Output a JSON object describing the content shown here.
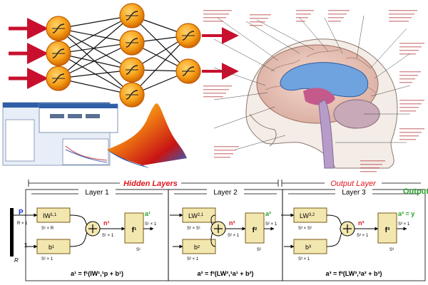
{
  "colors": {
    "neuron_fill": "#f7a21b",
    "neuron_stroke": "#c25a00",
    "arrow": "#c8102e",
    "block_fill": "#f3e7b0",
    "block_stroke": "#7a5a16",
    "hidden_label": "#e0151e",
    "output_label": "#e0151e",
    "output_text": "#2aa12a",
    "net_label": "#e0151e",
    "a_label": "#2aa12a"
  },
  "top": {
    "neuron_symbol": "f",
    "brain_labels_note": ""
  },
  "diagram": {
    "hidden_layers": "Hidden Layers",
    "output_layer": "Output Layer",
    "output": "Output",
    "input_p": "P",
    "input_dim": "R × 1",
    "input_R": "R",
    "one_left": "1",
    "layers": [
      {
        "title": "Layer 1",
        "weight": "IW1,1",
        "weight_dim": "S¹ × R",
        "bias": "b¹",
        "bias_dim": "S¹ × 1",
        "net": "n¹",
        "net_dim": "S¹ × 1",
        "func": "f¹",
        "func_dim": "S¹",
        "out": "a¹",
        "out_dim": "S¹ × 1",
        "equation": "a¹ = f¹(IW¹,¹p + b¹)"
      },
      {
        "title": "Layer 2",
        "weight": "LW2,1",
        "weight_dim": "S² × S¹",
        "bias": "b²",
        "bias_dim": "S² × 1",
        "net": "n²",
        "net_dim": "S² × 1",
        "func": "f²",
        "func_dim": "S²",
        "out": "a²",
        "out_dim": "S² × 1",
        "equation": "a² = f²(LW²,¹a¹ + b²)"
      },
      {
        "title": "Layer 3",
        "weight": "LW3,2",
        "weight_dim": "S³ × S²",
        "bias": "b³",
        "bias_dim": "S³ × 1",
        "net": "n³",
        "net_dim": "S³ × 1",
        "func": "f³",
        "func_dim": "S³",
        "out": "a³ = y",
        "out_dim": "S³ × 1",
        "equation": "a³ = f³(LW³,²a² + b³)"
      }
    ]
  }
}
